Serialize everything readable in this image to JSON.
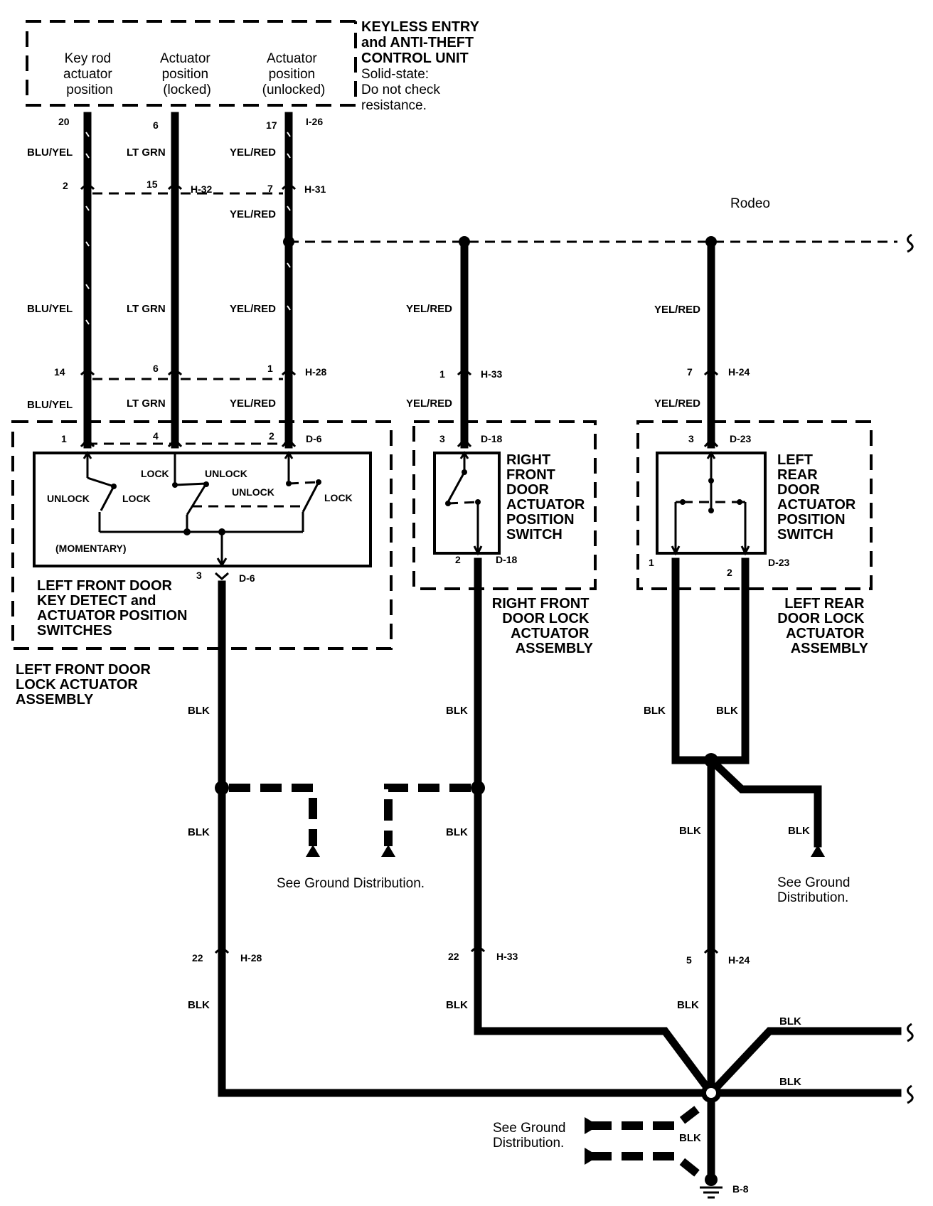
{
  "control_unit": {
    "title": [
      "KEYLESS ENTRY",
      "and ANTI-THEFT",
      "CONTROL UNIT"
    ],
    "note": [
      "Solid-state:",
      "Do not check",
      "resistance."
    ],
    "col_key_rod": [
      "Key rod",
      "actuator",
      "position"
    ],
    "col_locked": [
      "Actuator",
      "position",
      "(locked)"
    ],
    "col_unlocked": [
      "Actuator",
      "position",
      "(unlocked)"
    ]
  },
  "model_label": "Rodeo",
  "wires": {
    "blu_yel": "BLU/YEL",
    "lt_grn": "LT GRN",
    "yel_red": "YEL/RED",
    "blk": "BLK"
  },
  "pins": {
    "p20": "20",
    "p6": "6",
    "p17": "17",
    "i26": "I-26",
    "p2": "2",
    "p15": "15",
    "h32": "H-32",
    "p7": "7",
    "h31": "H-31",
    "p14": "14",
    "p6b": "6",
    "p1": "1",
    "h28": "H-28",
    "h33": "H-33",
    "h24": "H-24",
    "lf1": "1",
    "lf4": "4",
    "lf2": "2",
    "d6": "D-6",
    "lf3": "3",
    "rf3": "3",
    "d18": "D-18",
    "rf2": "2",
    "lr3": "3",
    "d23": "D-23",
    "lr1": "1",
    "lr2": "2",
    "p22": "22",
    "p5": "5",
    "b8": "B-8",
    "p1b": "1",
    "p7b": "7"
  },
  "lf_switch": {
    "unlock": "UNLOCK",
    "lock": "LOCK",
    "momentary": "(MOMENTARY)"
  },
  "labels": {
    "lf_switch_name": [
      "LEFT FRONT DOOR",
      "KEY DETECT and",
      "ACTUATOR POSITION",
      "SWITCHES"
    ],
    "lf_assembly": [
      "LEFT FRONT DOOR",
      "LOCK ACTUATOR",
      "ASSEMBLY"
    ],
    "rf_switch_name": [
      "RIGHT",
      "FRONT",
      "DOOR",
      "ACTUATOR",
      "POSITION",
      "SWITCH"
    ],
    "rf_assembly": [
      "RIGHT FRONT",
      "DOOR LOCK",
      "ACTUATOR",
      "ASSEMBLY"
    ],
    "lr_switch_name": [
      "LEFT",
      "REAR",
      "DOOR",
      "ACTUATOR",
      "POSITION",
      "SWITCH"
    ],
    "lr_assembly": [
      "LEFT REAR",
      "DOOR LOCK",
      "ACTUATOR",
      "ASSEMBLY"
    ],
    "ground_see_1": "See Ground Distribution.",
    "ground_see_2": [
      "See Ground",
      "Distribution."
    ],
    "ground_see_3": [
      "See Ground",
      "Distribution."
    ]
  }
}
